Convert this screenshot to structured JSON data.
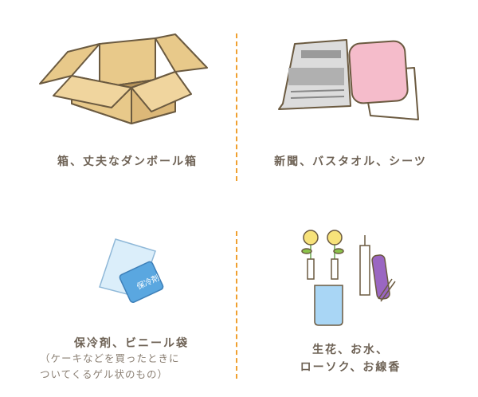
{
  "items": [
    {
      "title": "箱、丈夫なダンボール箱"
    },
    {
      "title": "新聞、バスタオル、シーツ"
    },
    {
      "title": "保冷剤、ビニール袋",
      "note_line1": "（ケーキなどを買ったときに",
      "note_line2": "ついてくるゲル状のもの）",
      "pack_text": "保冷剤"
    },
    {
      "title_line1": "生花、お水、",
      "title_line2": "ローソク、お線香"
    }
  ],
  "colors": {
    "divider": "#f0a030",
    "text": "#6e6255",
    "box": "#e8c98a",
    "towel": "#f5bccb"
  }
}
